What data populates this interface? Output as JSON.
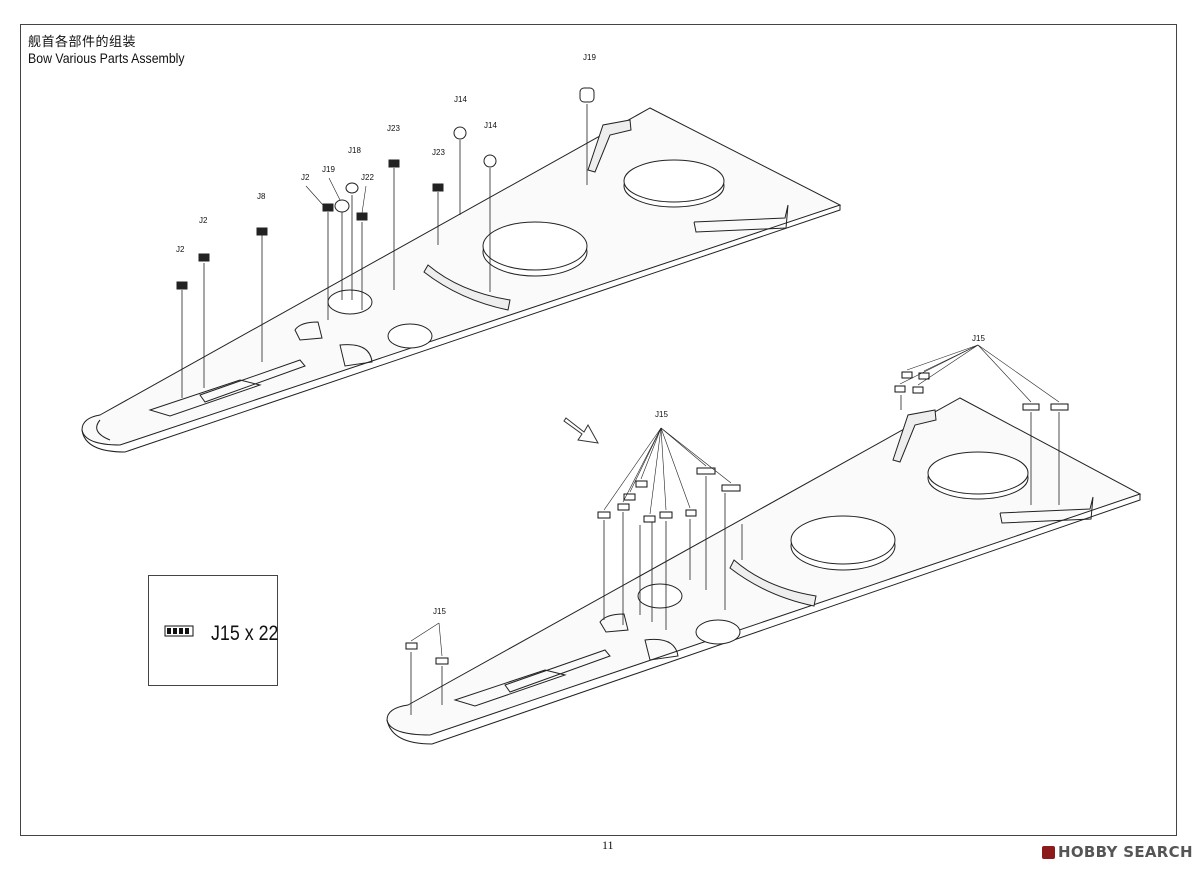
{
  "header": {
    "title_cn": "舰首各部件的组装",
    "title_en": "Bow Various Parts Assembly"
  },
  "legend": {
    "text": "J15 x 22"
  },
  "page_number": "11",
  "watermark": {
    "text": "HOBBY SEARCH"
  },
  "part_labels": {
    "top": [
      "J2",
      "J2",
      "J8",
      "J2",
      "J19",
      "J18",
      "J22",
      "J23",
      "J23",
      "J14",
      "J14",
      "J19"
    ],
    "bottom": [
      "J15",
      "J15",
      "J15"
    ]
  }
}
